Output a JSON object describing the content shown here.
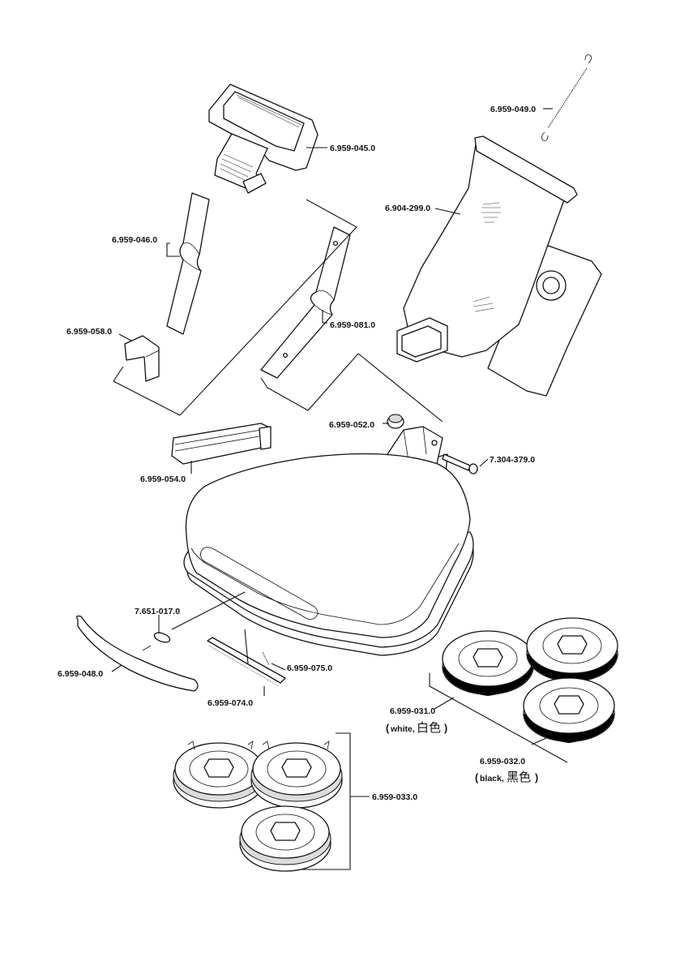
{
  "parts": {
    "handle": "6.959-045.0",
    "spring": "6.959-049.0",
    "dust_bag": "6.904-299.0",
    "tube_upper": "6.959-046.0",
    "tube_lower": "6.959-081.0",
    "clip": "6.959-058.0",
    "knob": "6.959-052.0",
    "bolt": "7.304-379.0",
    "bracket": "6.959-054.0",
    "rubber_pin": "7.651-017.0",
    "bumper_strip": "6.959-048.0",
    "small_spring": "6.959-075.0",
    "side_brush": "6.959-074.0",
    "brush_white": "6.959-031.0",
    "brush_black": "6.959-032.0",
    "pad_set": "6.959-033.0"
  },
  "notes": {
    "white_en": "white,",
    "white_cn": "白色",
    "black_en": "black,",
    "black_cn": "黑色",
    "open_paren": "(",
    "close_paren": ")"
  },
  "colors": {
    "line": "#111111",
    "background": "#ffffff"
  }
}
